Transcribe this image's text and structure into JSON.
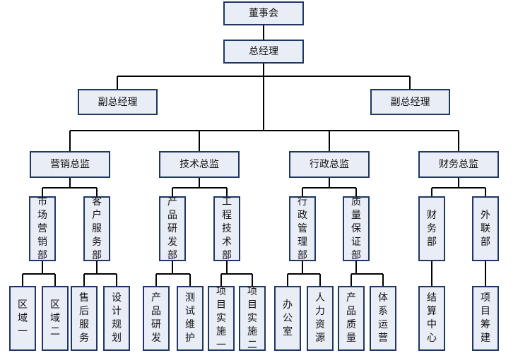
{
  "board": "董事会",
  "general_manager": "总经理",
  "deputies": [
    "副总经理",
    "副总经理"
  ],
  "directors": [
    "营销总监",
    "技术总监",
    "行政总监",
    "财务总监"
  ],
  "departments": [
    "市场营销部",
    "客户服务部",
    "产品研发部",
    "工程技术部",
    "行政管理部",
    "质量保证部",
    "财务部",
    "外联部"
  ],
  "teams": [
    "区域一",
    "区域二",
    "售后服务",
    "设计规划",
    "产品研发",
    "测试维护",
    "项目实施一",
    "项目实施二",
    "办公室",
    "人力资源",
    "产品质量",
    "体系运营",
    "结算中心",
    "项目筹建"
  ]
}
